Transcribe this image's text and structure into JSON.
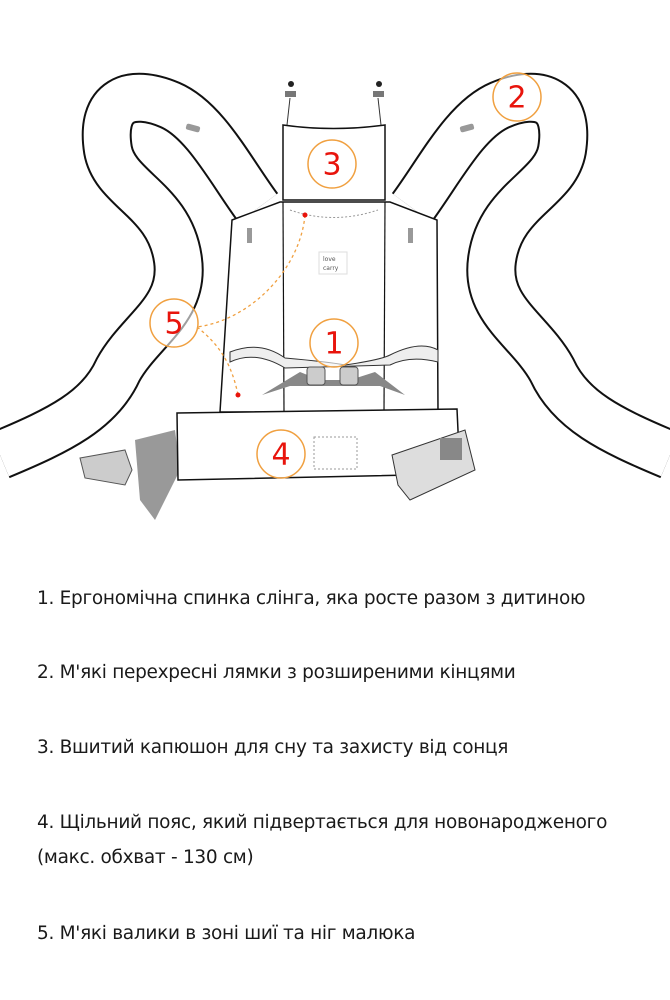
{
  "diagram": {
    "logo_text": [
      "love",
      "carry"
    ],
    "markers": [
      "1",
      "2",
      "3",
      "4",
      "5"
    ],
    "marker_color": "#e8140c",
    "marker_ring_color": "#f0a040",
    "strap_color": "#8a8a8a"
  },
  "features": [
    {
      "lines": [
        "1. Ергономічна спинка слінга, яка росте разом з дитиною"
      ]
    },
    {
      "lines": [
        "2. М'які перехресні лямки з розширеними кінцями"
      ]
    },
    {
      "lines": [
        "3. Вшитий капюшон для сну та захисту від сонця"
      ]
    },
    {
      "lines": [
        "4. Щільний пояс, який підвертається для новонародженого",
        "(макс. обхват - 130 см)"
      ]
    },
    {
      "lines": [
        "5. М'які валики в зоні шиї та ніг малюка"
      ]
    }
  ]
}
